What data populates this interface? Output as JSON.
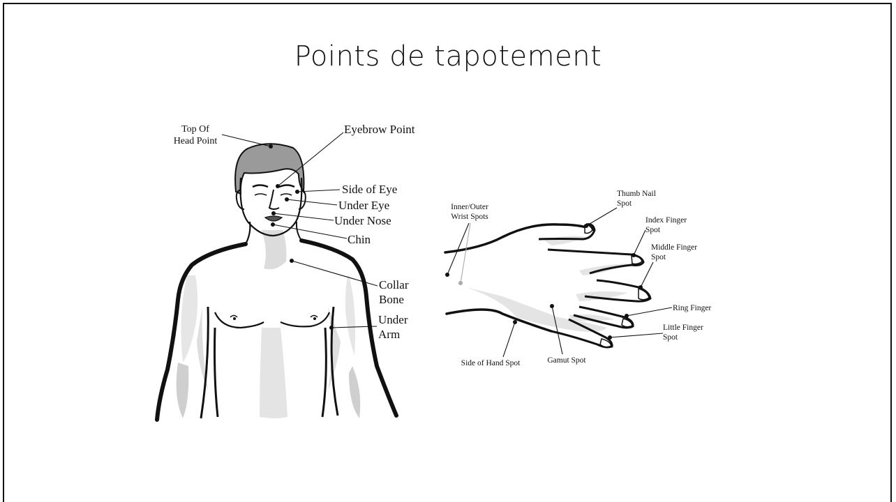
{
  "slide": {
    "title": "Points de tapotement"
  },
  "body_labels": {
    "top_of_head": [
      "Top Of",
      "Head Point"
    ],
    "eyebrow": "Eyebrow Point",
    "side_of_eye": "Side of Eye",
    "under_eye": "Under Eye",
    "under_nose": "Under Nose",
    "chin": "Chin",
    "collar_bone": [
      "Collar",
      "Bone"
    ],
    "under_arm": [
      "Under",
      "Arm"
    ]
  },
  "hand_labels": {
    "wrist": [
      "Inner/Outer",
      "Wrist Spots"
    ],
    "thumb_nail": [
      "Thumb Nail",
      "Spot"
    ],
    "index_finger": [
      "Index Finger",
      "Spot"
    ],
    "middle_finger": [
      "Middle Finger",
      "Spot"
    ],
    "ring_finger": "Ring Finger",
    "little_finger": [
      "Little Finger",
      "Spot"
    ],
    "side_of_hand": "Side of Hand Spot",
    "gamut": "Gamut Spot"
  }
}
